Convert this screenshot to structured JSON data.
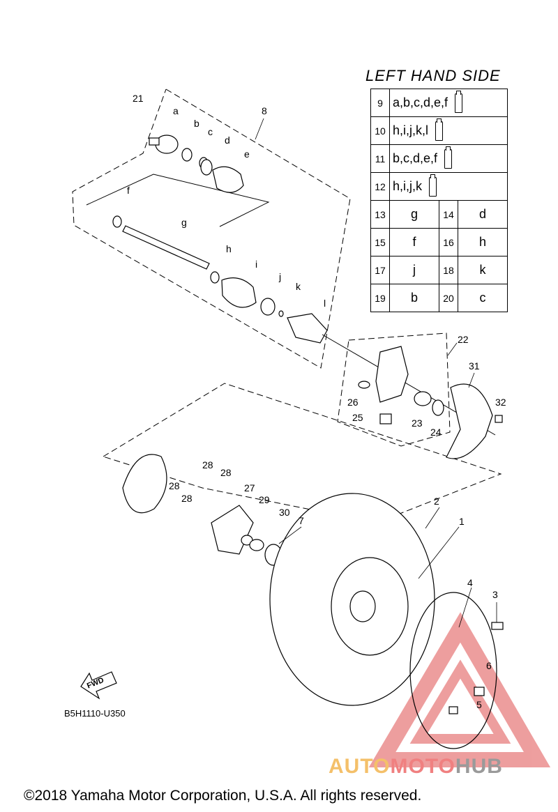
{
  "header": {
    "title": "LEFT HAND SIDE"
  },
  "spec_table": {
    "rows_single": [
      {
        "num": "9",
        "value": "a,b,c,d,e,f"
      },
      {
        "num": "10",
        "value": "h,i,j,k,l"
      },
      {
        "num": "11",
        "value": "b,c,d,e,f"
      },
      {
        "num": "12",
        "value": "h,i,j,k"
      }
    ],
    "rows_pair": [
      {
        "num1": "13",
        "val1": "g",
        "num2": "14",
        "val2": "d"
      },
      {
        "num1": "15",
        "val1": "f",
        "num2": "16",
        "val2": "h"
      },
      {
        "num1": "17",
        "val1": "j",
        "num2": "18",
        "val2": "k"
      },
      {
        "num1": "19",
        "val1": "b",
        "num2": "20",
        "val2": "c"
      }
    ]
  },
  "callouts": {
    "n1": "1",
    "n2": "2",
    "n3": "3",
    "n4": "4",
    "n5": "5",
    "n6": "6",
    "n7": "7",
    "n8": "8",
    "n21": "21",
    "n22": "22",
    "n23": "23",
    "n24": "24",
    "n25": "25",
    "n26": "26",
    "n27": "27",
    "n28a": "28",
    "n28b": "28",
    "n28c": "28",
    "n28d": "28",
    "n29": "29",
    "n30": "30",
    "n31": "31",
    "n32": "32",
    "la": "a",
    "lb": "b",
    "lc": "c",
    "ld": "d",
    "le": "e",
    "lf": "f",
    "lg": "g",
    "lh": "h",
    "li": "i",
    "lj": "j",
    "lk": "k",
    "ll": "l"
  },
  "fwd_label": "FWD",
  "diagram_code": "B5H1110-U350",
  "copyright": "©2018 Yamaha Motor Corporation, U.S.A. All rights reserved.",
  "watermark": {
    "part1": "AUTO",
    "part2": "MOTO",
    "part3": "HUB"
  }
}
